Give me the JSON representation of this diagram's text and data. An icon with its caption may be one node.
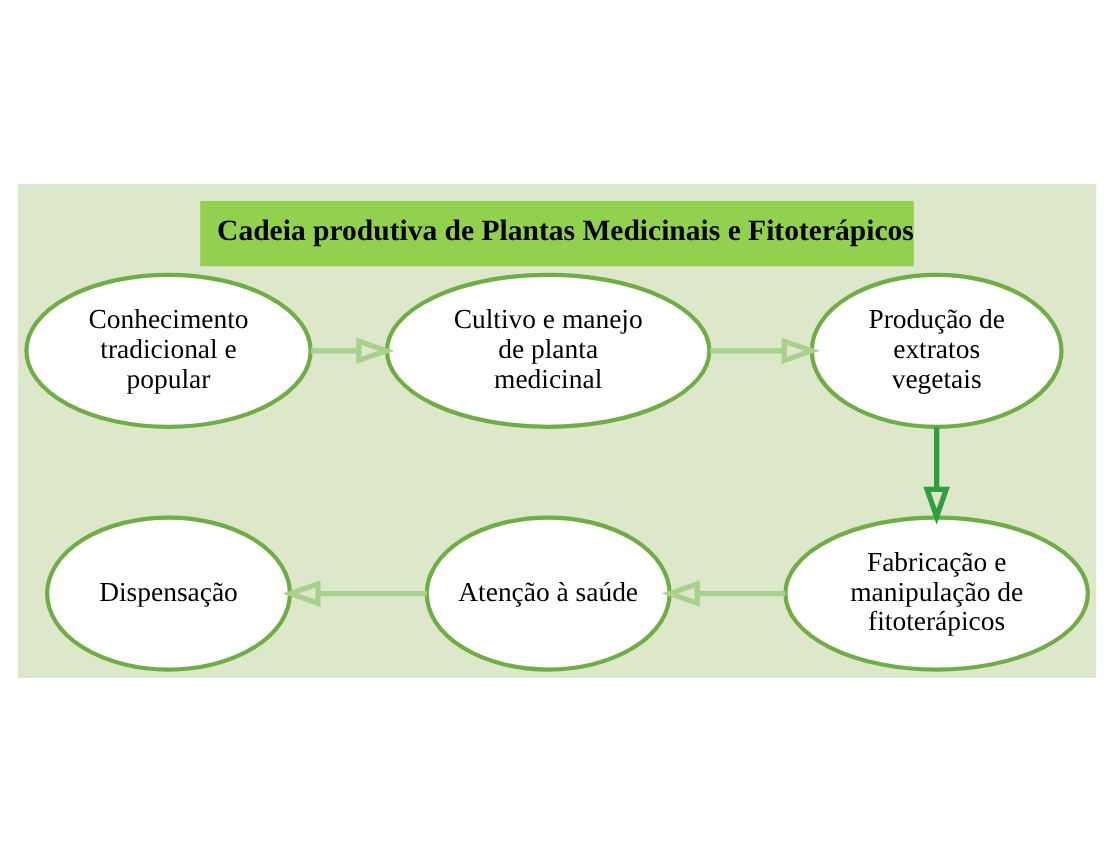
{
  "diagram": {
    "title": "Cadeia produtiva de Plantas Medicinais e Fitoterápicos",
    "nodes": [
      {
        "text": [
          "Conhecimento tradicional e popular"
        ]
      },
      {
        "text": [
          "Cultivo e manejo de planta medicinal"
        ]
      },
      {
        "text": [
          "Produção de extratos vegetais"
        ]
      },
      {
        "text": [
          "Fabricação e manipulação de fitoterápicos"
        ]
      },
      {
        "text": [
          "Atenção à saúde"
        ]
      },
      {
        "text": [
          "Dispensação"
        ]
      }
    ],
    "edges": [
      {
        "from": 0,
        "to": 1,
        "arrow": "to"
      },
      {
        "from": 1,
        "to": 2,
        "arrow": "to"
      },
      {
        "from": 2,
        "to": 3,
        "arrow": "to",
        "color": "#2e9e3e"
      },
      {
        "from": 3,
        "to": 4,
        "arrow": "to"
      },
      {
        "from": 4,
        "to": 5,
        "arrow": "to"
      }
    ]
  }
}
